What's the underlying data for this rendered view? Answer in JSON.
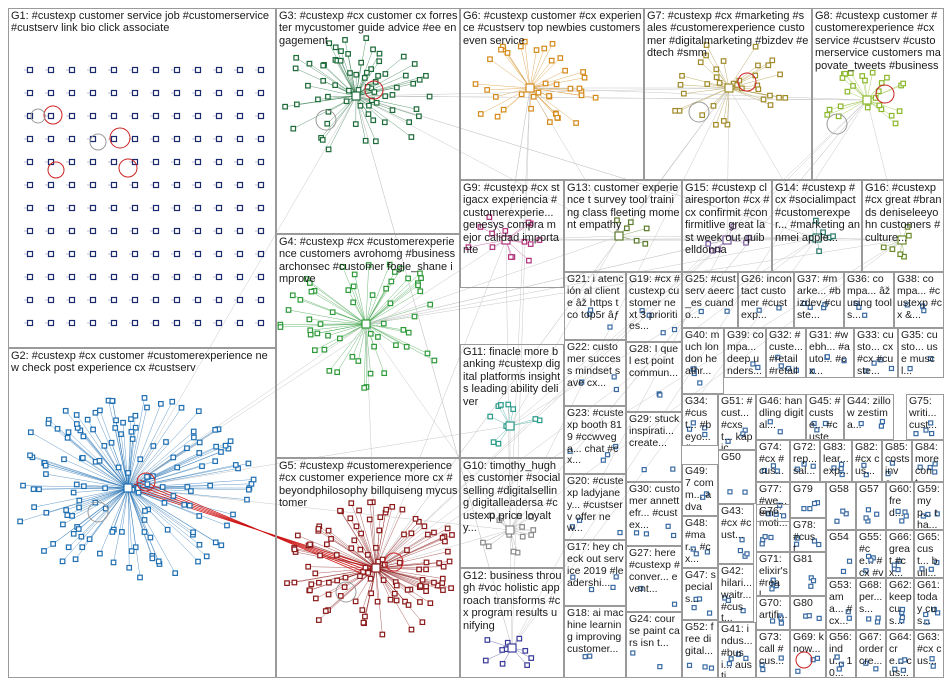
{
  "groups": [
    {
      "id": "G1",
      "label": "G1: #custexp customer service job #customerservice #custserv link bio click associate"
    },
    {
      "id": "G2",
      "label": "G2: #custexp #cx customer #customerexperience new check post experience cx #custserv"
    },
    {
      "id": "G3",
      "label": "G3: #custexp #cx customer cx forrester mycustomer guide advice #ee engagement"
    },
    {
      "id": "G4",
      "label": "G4: #custexp #cx #customerexperience customers avrohomg #business archonsec #customer fogle_shane improve"
    },
    {
      "id": "G5",
      "label": "G5: #custexp #customerexperience #cx customer experience more cx #beyondphilosophy billquiseng mycustomer"
    },
    {
      "id": "G6",
      "label": "G6: #custexp customer #cx experience #custserv top newbies customers even service"
    },
    {
      "id": "G7",
      "label": "G7: #custexp #cx #marketing #sales #customerexperience customer #digitalmarketing #bizdev #edtech #smm"
    },
    {
      "id": "G8",
      "label": "G8: #custexp customer #customerexperience #cx service #custserv #customerservice customers mapovate_tweets #business"
    },
    {
      "id": "G9",
      "label": "G9: #custexp #cx stigacx experiencia #customerexperie... genesys compra mejor calidad importante"
    },
    {
      "id": "G10",
      "label": "G10: timothy_hughes customer #socialselling #digitalselling digitalleadersa #custexp price loyalty..."
    },
    {
      "id": "G11",
      "label": "G11: finacle more banking #custexp digital platforms insights leading ability deliver"
    },
    {
      "id": "G12",
      "label": "G12: business through #voc holistic approach transforms #cx program results unifying"
    },
    {
      "id": "G13",
      "label": "G13: customer experience t survey tool training class fleeting moment empathy"
    },
    {
      "id": "G14",
      "label": "G14: #custexp #cx #socialimpact #customerexper... #marketing annmei apple..."
    },
    {
      "id": "G15",
      "label": "G15: #custexp clairesporton #cx #cx confirmit #confirmitlive great last week out quibelldonna"
    },
    {
      "id": "G16",
      "label": "G16: #custexp #cx great #brands deniseleeyohn customers #culture..."
    },
    {
      "id": "G17",
      "label": "G17: hey check out service 2019 #leadershi..."
    },
    {
      "id": "G18",
      "label": "G18: ai machine learning improving customer..."
    },
    {
      "id": "G19",
      "label": "G19: #cx #custexp customer next 3 priorities..."
    },
    {
      "id": "G20",
      "label": "G20: #custexp ladyjaney... #custserv offer new..."
    },
    {
      "id": "G21",
      "label": "G21: i atención al cliente âž https t co top5r âƒ"
    },
    {
      "id": "G22",
      "label": "G22: customer success mindset save cx..."
    },
    {
      "id": "G23",
      "label": "G23: #custexp booth 819 #ccwvega... chat #cx..."
    },
    {
      "id": "G24",
      "label": "G24: course paint cars isn t..."
    },
    {
      "id": "G25",
      "label": "G25: #custserv aeerc_es cuando..."
    },
    {
      "id": "G26",
      "label": "G26: incontact customer #custexp..."
    },
    {
      "id": "G27",
      "label": "G27: here #custexp #conver... event..."
    },
    {
      "id": "G28",
      "label": "G28: I quel est point commun..."
    },
    {
      "id": "G29",
      "label": "G29: stuck inspirati... create..."
    },
    {
      "id": "G30",
      "label": "G30: customer annettefr... #custex..."
    },
    {
      "id": "G31",
      "label": "G31: #webh... #auto... #cx..."
    },
    {
      "id": "G32",
      "label": "G32: #custe... #retail #retailt..."
    },
    {
      "id": "G33",
      "label": "G33: custo... cx #cx #custe..."
    },
    {
      "id": "G34",
      "label": "G34: #cust... #beyo... #cx..."
    },
    {
      "id": "G35",
      "label": "G35: custo... use muscl..."
    },
    {
      "id": "G36",
      "label": "G36: compa... âž using tools..."
    },
    {
      "id": "G37",
      "label": "G37: #marke... #bizdev #custe..."
    },
    {
      "id": "G38",
      "label": "G38: compa... #custexp #cx &..."
    },
    {
      "id": "G39",
      "label": "G39: compa... deep unders..."
    },
    {
      "id": "G40",
      "label": "G40: much london heathr..."
    },
    {
      "id": "G41",
      "label": "G41: indus... #busi... austi..."
    },
    {
      "id": "G42",
      "label": "G42: hilari... waitr... #cust..."
    },
    {
      "id": "G43",
      "label": "G43: #cx #cust..."
    },
    {
      "id": "G44",
      "label": "G44: zillow zestima..."
    },
    {
      "id": "G45",
      "label": "G45: #custse... #custex..."
    },
    {
      "id": "G46",
      "label": "G46: handling digital..."
    },
    {
      "id": "G47",
      "label": "G47: special s..."
    },
    {
      "id": "G48",
      "label": "G48: #mar... #cx..."
    },
    {
      "id": "G49",
      "label": "G49: 7 comm... advan..."
    },
    {
      "id": "G50",
      "label": "G50"
    },
    {
      "id": "G51",
      "label": "G51: #cust... #cxst... kapic..."
    },
    {
      "id": "G52",
      "label": "G52: free digital..."
    },
    {
      "id": "G53",
      "label": "G53: ama... #cx..."
    },
    {
      "id": "G54",
      "label": "G54"
    },
    {
      "id": "G55",
      "label": "G55: #ce... #cx #ve..."
    },
    {
      "id": "G56",
      "label": "G56: indu... 10..."
    },
    {
      "id": "G57",
      "label": "G57"
    },
    {
      "id": "G58",
      "label": "G58"
    },
    {
      "id": "G59",
      "label": "G59: myp... tha..."
    },
    {
      "id": "G60",
      "label": "G60: fred..."
    },
    {
      "id": "G61",
      "label": "G61: today cus..."
    },
    {
      "id": "G62",
      "label": "G62: keep cus..."
    },
    {
      "id": "G63",
      "label": "G63: #cx cus..."
    },
    {
      "id": "G64",
      "label": "G64: cre... cus..."
    },
    {
      "id": "G65",
      "label": "G65: cust... buil..."
    },
    {
      "id": "G66",
      "label": "G66: great #cx..."
    },
    {
      "id": "G67",
      "label": "G67: ordercre..."
    },
    {
      "id": "G68",
      "label": "G68: per... s..."
    },
    {
      "id": "G69",
      "label": "G69: know..."
    },
    {
      "id": "G70",
      "label": "G70: artifi..."
    },
    {
      "id": "G71",
      "label": "G71: elixir's #real..."
    },
    {
      "id": "G72",
      "label": "G72: rep... sal..."
    },
    {
      "id": "G73",
      "label": "G73: call #cus..."
    },
    {
      "id": "G74",
      "label": "G74: #cx #cus..."
    },
    {
      "id": "G75",
      "label": "G75: writi... cust..."
    },
    {
      "id": "G76",
      "label": "G76: moti..."
    },
    {
      "id": "G77",
      "label": "G77: #we... emp..."
    },
    {
      "id": "G78",
      "label": "G78: #cust..."
    },
    {
      "id": "G79",
      "label": "G79"
    },
    {
      "id": "G80",
      "label": "G80"
    },
    {
      "id": "G81",
      "label": "G81"
    },
    {
      "id": "G82",
      "label": "G82: #cx cus..."
    },
    {
      "id": "G83",
      "label": "G83: lear... exp..."
    },
    {
      "id": "G84",
      "label": "G84: more cont..."
    },
    {
      "id": "G85",
      "label": "G85: costs inve..."
    }
  ],
  "colors": {
    "G1": "#1a2a6c",
    "G2": "#1f6fb2",
    "G3": "#1e6b3a",
    "G4": "#2e9a3a",
    "G5": "#8b1a1a",
    "G6": "#d48a1a",
    "G7": "#a08a2a",
    "G8": "#8ab82a",
    "G9": "#b0307a",
    "G10": "#8a8a8a",
    "G11": "#2a9a8a",
    "G12": "#3a3a9a",
    "edge": "#c8c8c8",
    "edge_red": "#cc1111"
  }
}
